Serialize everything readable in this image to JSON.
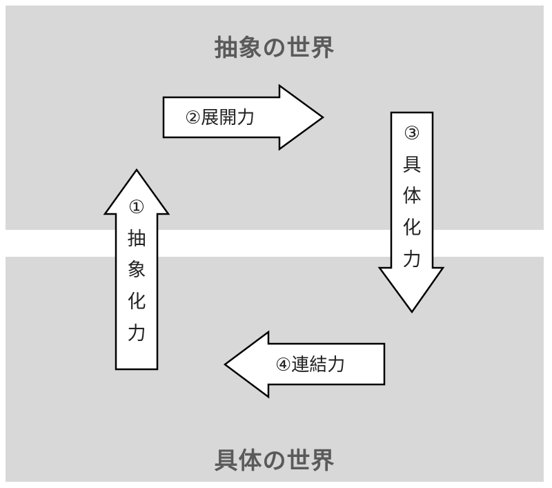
{
  "regions": {
    "abstract_title": "抽象の世界",
    "concrete_title": "具体の世界"
  },
  "arrows": {
    "abstraction": {
      "number": "①",
      "chars": [
        "抽",
        "象",
        "化",
        "力"
      ]
    },
    "expansion": {
      "label": "②展開力"
    },
    "concretization": {
      "number": "③",
      "chars": [
        "具",
        "体",
        "化",
        "力"
      ]
    },
    "connection": {
      "label": "④連結力"
    }
  }
}
